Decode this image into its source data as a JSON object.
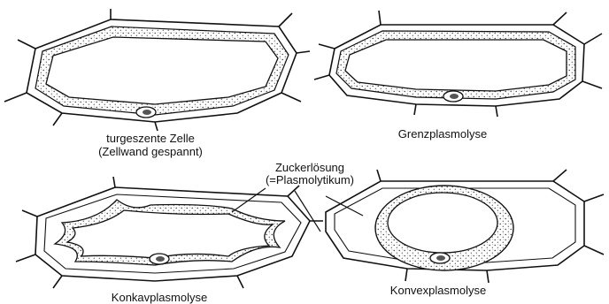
{
  "labels": {
    "turgescent_line1": "turgeszente Zelle",
    "turgescent_line2": "(Zellwand gespannt)",
    "grenz": "Grenzplasmolyse",
    "zucker_line1": "Zuckerlösung",
    "zucker_line2": "(=Plasmolytikum)",
    "konkav": "Konkavplasmolyse",
    "konvex": "Konvexplasmolyse"
  },
  "colors": {
    "ink": "#111111",
    "cytoplasm_fill": "#e9e9e9",
    "background": "#ffffff"
  }
}
